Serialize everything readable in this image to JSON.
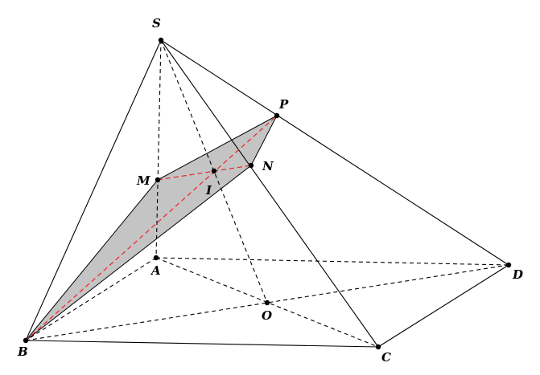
{
  "labels": {
    "S": "S",
    "P": "P",
    "N": "N",
    "M": "M",
    "I": "I",
    "A": "A",
    "D": "D",
    "O": "O",
    "B": "B",
    "C": "C"
  },
  "colors": {
    "section_fill": "#c4c4c4",
    "red_dashed": "#e8242c",
    "edges": "#000000"
  }
}
